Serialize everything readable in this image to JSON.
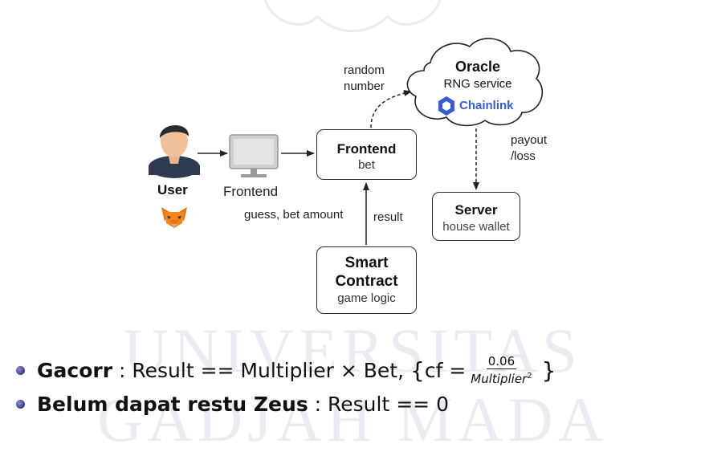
{
  "watermark": {
    "line1": "UNIVERSITAS",
    "line2": "GADJAH MADA"
  },
  "diagram": {
    "user_label": "User",
    "monitor_label": "Frontend",
    "frontend_box": {
      "title": "Frontend",
      "subtitle": "bet"
    },
    "oracle_cloud": {
      "title": "Oracle",
      "subtitle": "RNG service",
      "brand": "Chainlink"
    },
    "server_box": {
      "title": "Server",
      "subtitle": "house wallet"
    },
    "contract_box": {
      "title_line1": "Smart",
      "title_line2": "Contract",
      "subtitle": "game logic"
    },
    "labels": {
      "random_line1": "random",
      "random_line2": "number",
      "payout_line1": "payout",
      "payout_line2": "/loss",
      "guess": "guess, bet amount",
      "result": "result"
    }
  },
  "bullets": [
    {
      "bold": "Gacorr",
      "colon": " : ",
      "text": "Result == Multiplier × Bet, ",
      "brace_open": "{",
      "cf": "cf =",
      "frac_num": "0.06",
      "frac_den": "Multiplier",
      "frac_exp": "2",
      "brace_close": "}"
    },
    {
      "bold": "Belum dapat restu Zeus",
      "colon": " : ",
      "text": "Result == 0"
    }
  ],
  "colors": {
    "chainlink": "#375bd2",
    "bullet": "#3a3a8a",
    "watermark": "#ecebf1"
  }
}
